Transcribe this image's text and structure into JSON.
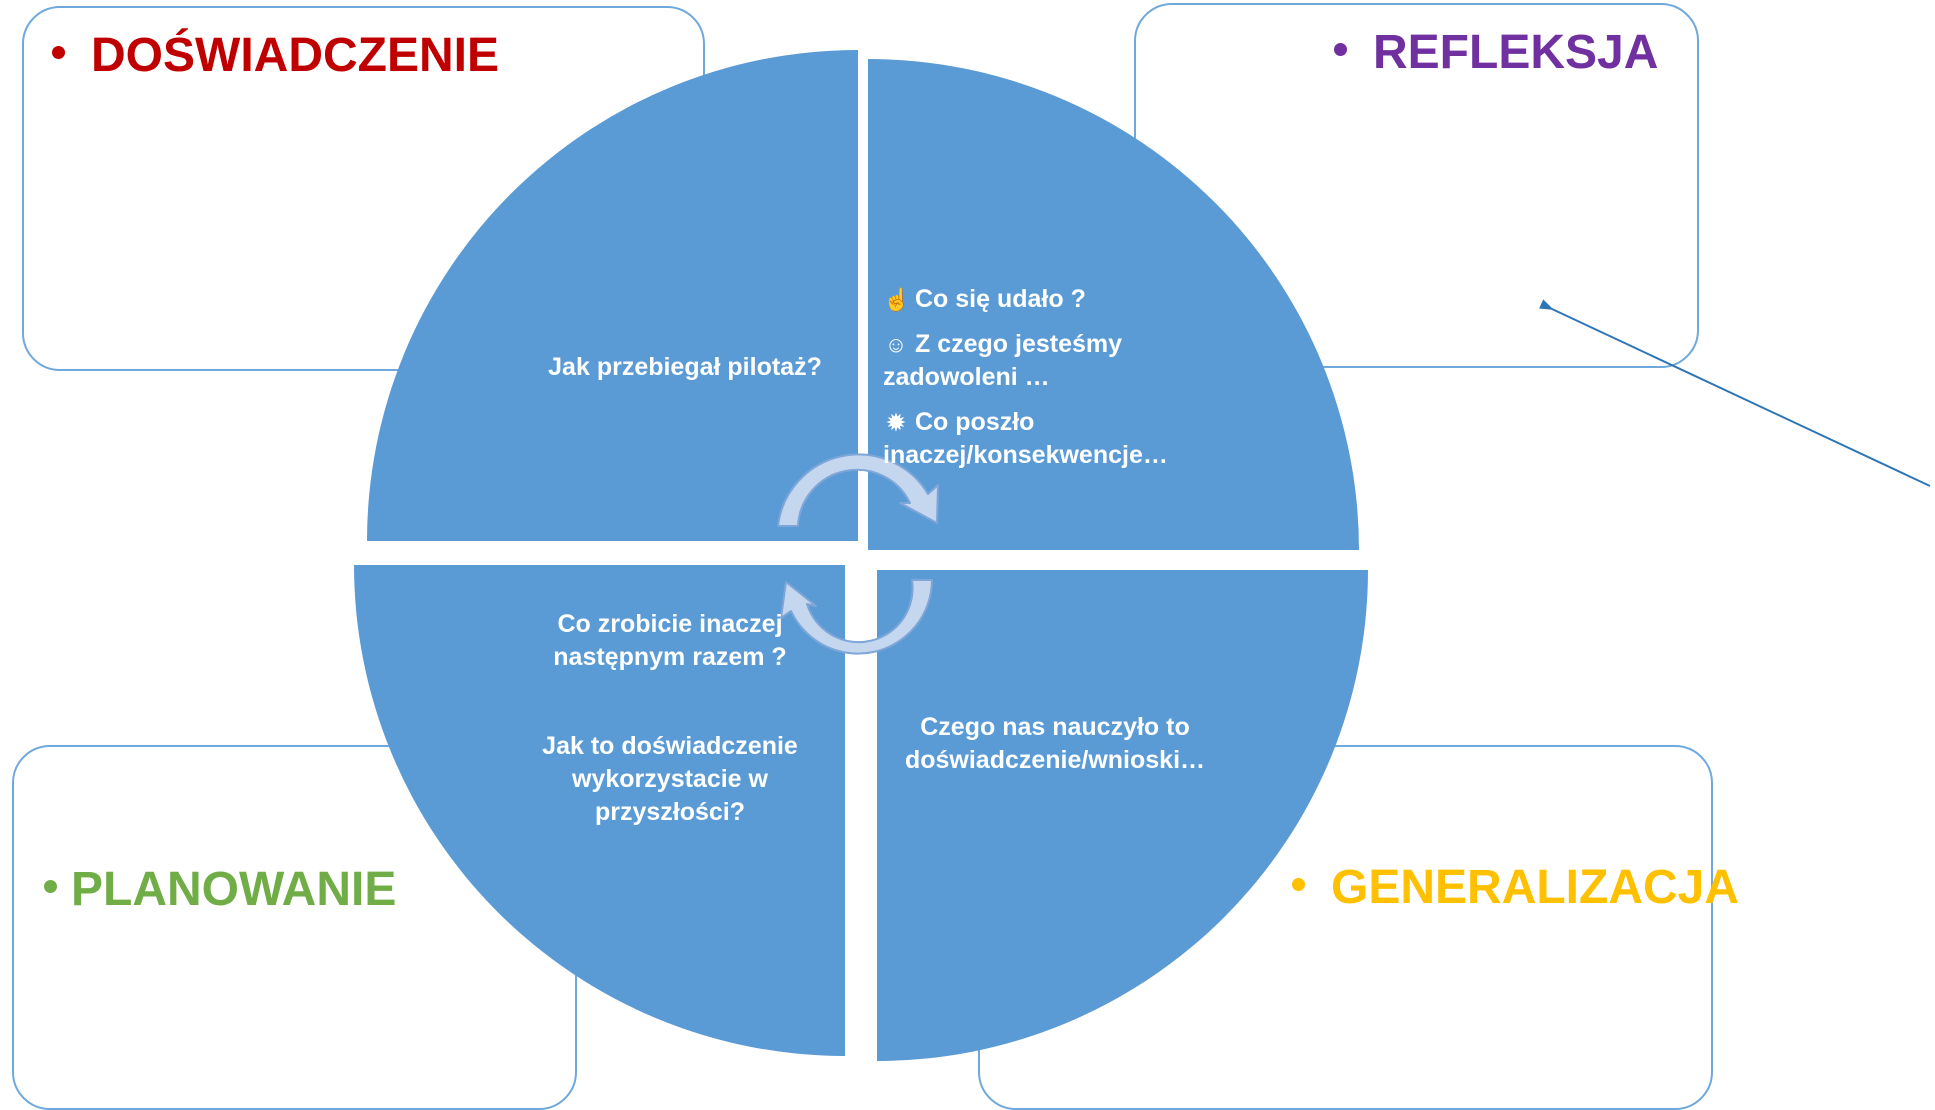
{
  "stages": {
    "experience": {
      "label": "DOŚWIADCZENIE",
      "color": "#c00000"
    },
    "reflection": {
      "label": "REFLEKSJA",
      "color": "#7030a0"
    },
    "planning": {
      "label": "PLANOWANIE",
      "color": "#70ad47"
    },
    "generalization": {
      "label": "GENERALIZACJA",
      "color": "#ffc000"
    }
  },
  "quadrants": {
    "top_left": {
      "text": "Jak przebiegał pilotaż?"
    },
    "top_right": {
      "items": [
        {
          "icon": "thumbs-up-icon",
          "text": "Co się udało ?"
        },
        {
          "icon": "smiley-icon",
          "text": "Z czego jesteśmy zadowoleni …"
        },
        {
          "icon": "bomb-icon",
          "text": "Co poszło inaczej/konsekwencje…"
        }
      ]
    },
    "bottom_left": {
      "question1": "Co zrobicie inaczej następnym razem ?",
      "question2": "Jak to doświadczenie wykorzystacie w przyszłości?"
    },
    "bottom_right": {
      "text": "Czego nas nauczyło to doświadczenie/wnioski…"
    }
  },
  "colors": {
    "quadrant_fill": "#5b9bd5",
    "box_border": "#6fa8dc",
    "cycle_arrow_fill": "#c5d7ef",
    "cycle_arrow_stroke": "#7ea6d8",
    "pointer_arrow": "#2e75b6"
  }
}
